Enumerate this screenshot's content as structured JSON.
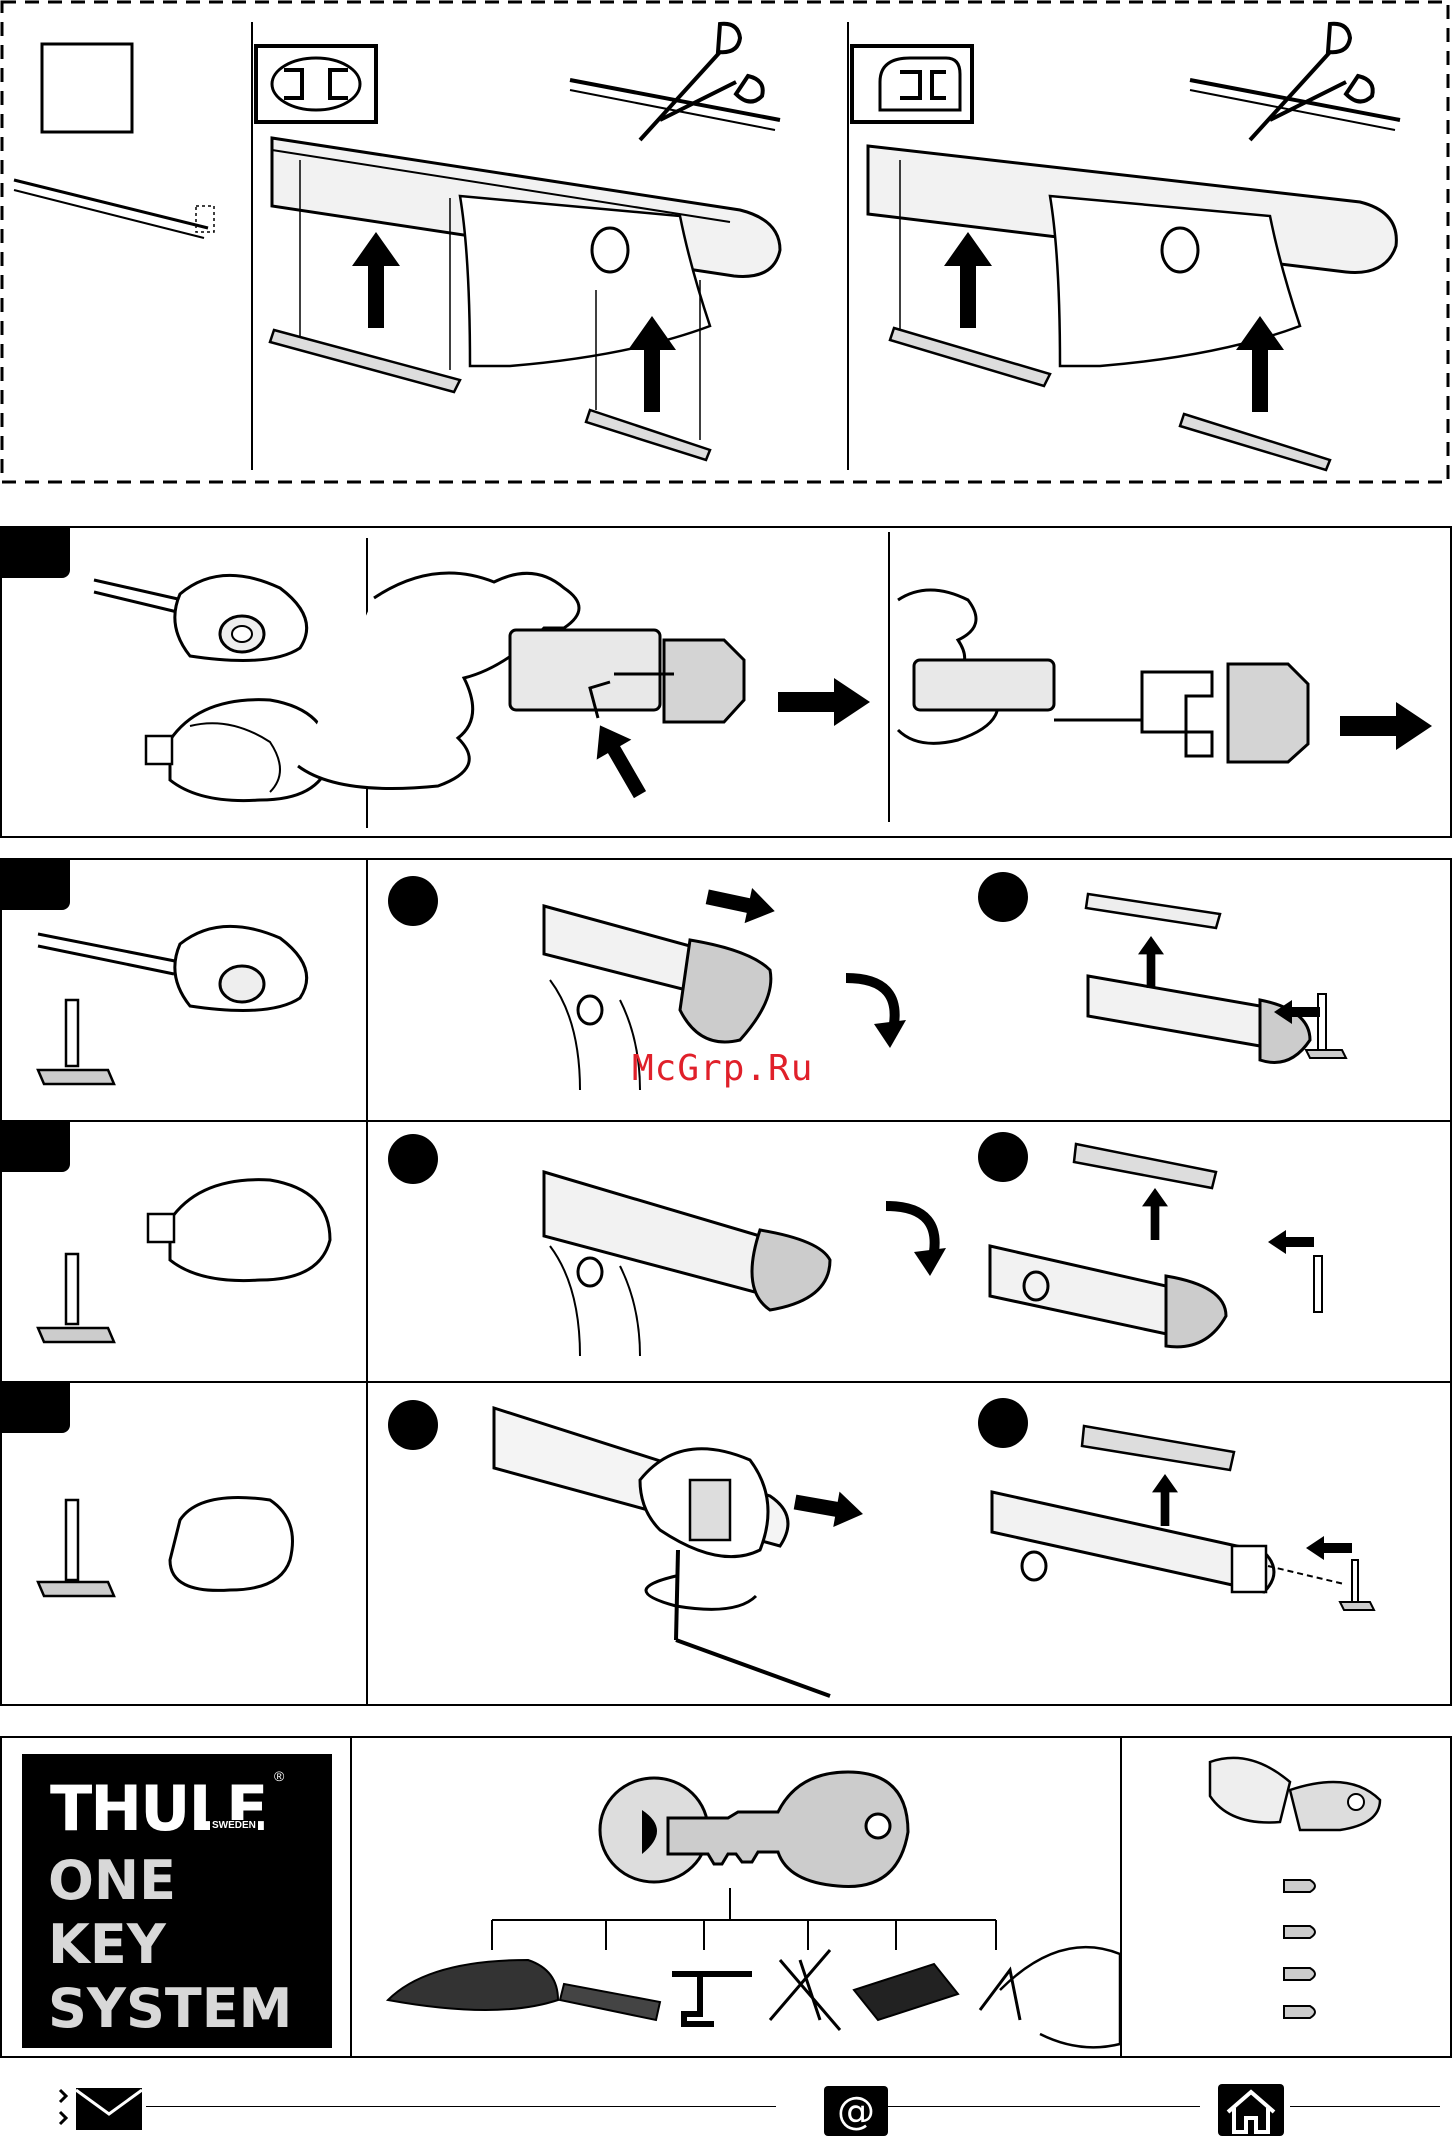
{
  "watermark": "McGrp.Ru",
  "brand": {
    "name": "THULE",
    "origin": "SWEDEN",
    "registered": "®",
    "lines": [
      "ONE",
      "KEY",
      "SYSTEM"
    ]
  },
  "footer": {
    "contact_symbol": "@"
  },
  "icons": [
    "envelope-icon",
    "email-at-icon",
    "home-icon",
    "scissors-icon",
    "arrow-up-icon",
    "arrow-right-icon",
    "rotate-arrow-icon",
    "key-icon"
  ]
}
